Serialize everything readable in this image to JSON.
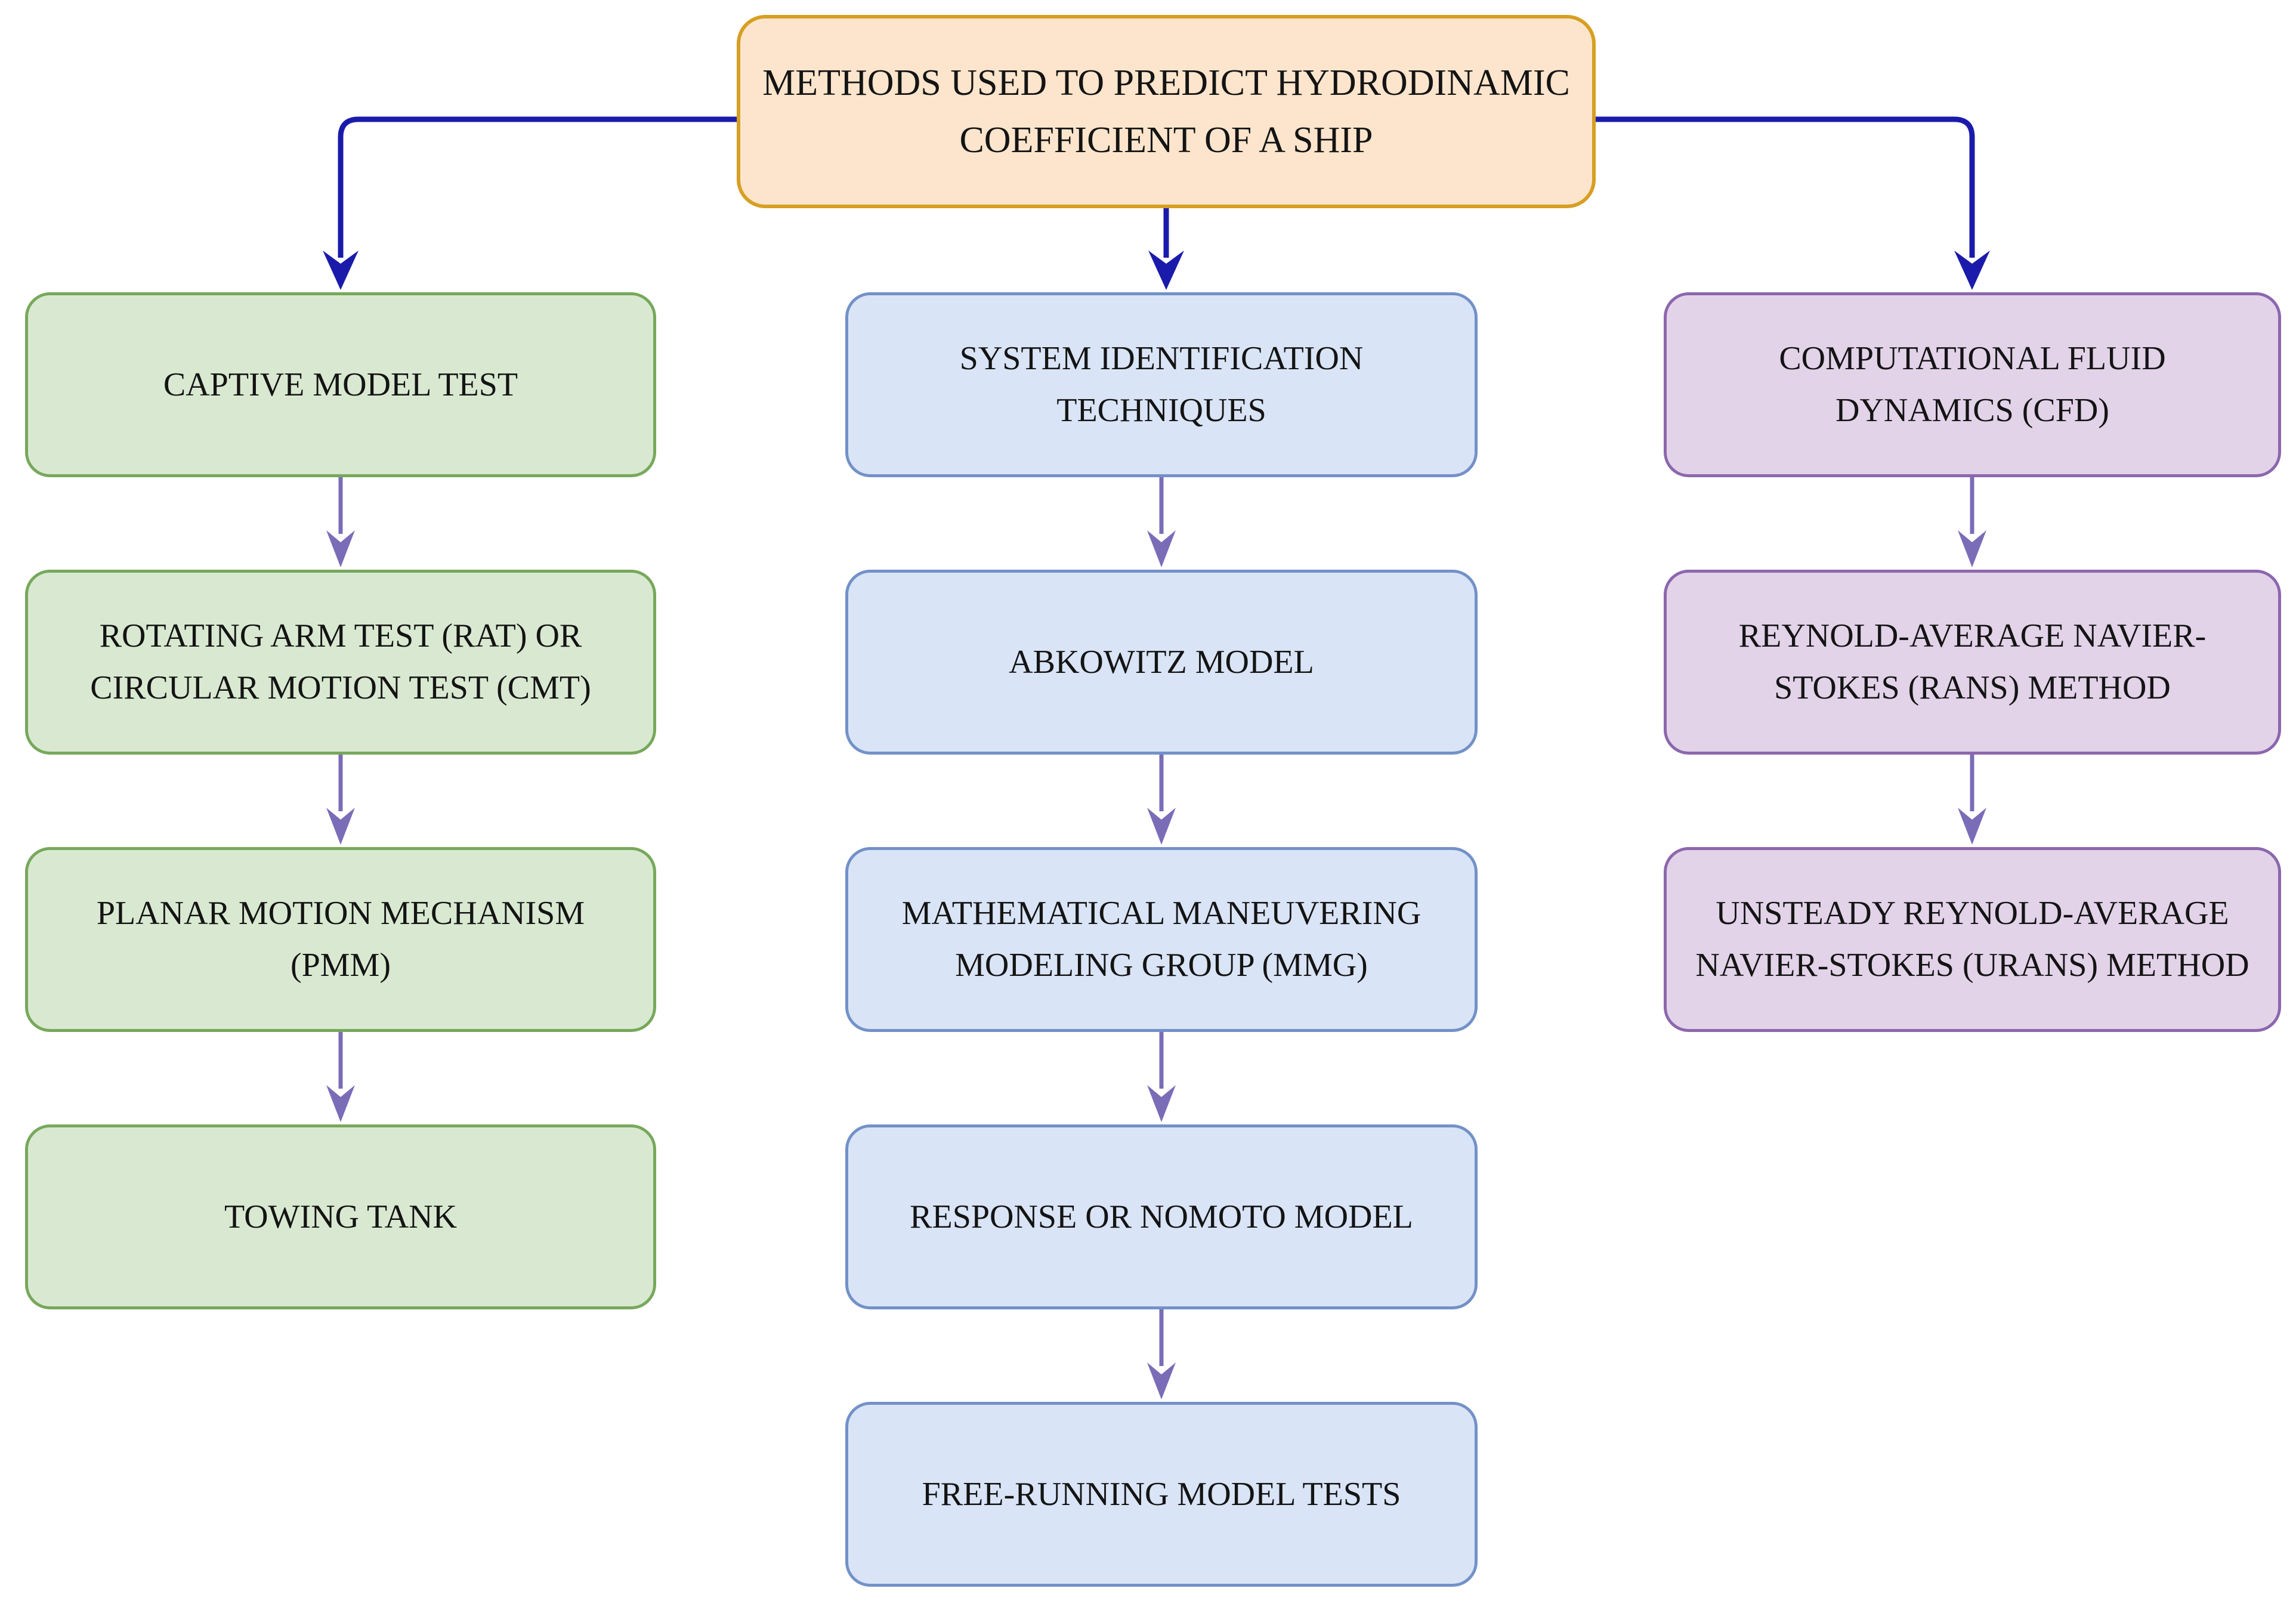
{
  "diagram_title": "METHODS USED TO PREDICT HYDRODINAMIC COEFFICIENT OF A SHIP",
  "colors": {
    "navy": "#1b1bab",
    "arrow": "#7b6cb8",
    "root-fill": "#fce5cc",
    "root-border": "#d79f23",
    "green-fill": "#d9e9d1",
    "green-border": "#77a85b",
    "blue-fill": "#d9e4f6",
    "blue-border": "#7391c8",
    "purple-fill": "#e2d3e9",
    "purple-border": "#8c67ad",
    "text": "#141414"
  },
  "root": {
    "label": "METHODS USED TO PREDICT HYDRODINAMIC\nCOEFFICIENT OF A SHIP"
  },
  "columns": [
    {
      "name": "captive-model-test",
      "theme": "green",
      "nodes": [
        {
          "label": "CAPTIVE MODEL TEST"
        },
        {
          "label": "ROTATING ARM TEST (RAT) OR\nCIRCULAR MOTION TEST (CMT)"
        },
        {
          "label": "PLANAR MOTION MECHANISM\n(PMM)"
        },
        {
          "label": "TOWING TANK"
        }
      ]
    },
    {
      "name": "system-identification-techniques",
      "theme": "blue",
      "nodes": [
        {
          "label": "SYSTEM IDENTIFICATION\nTECHNIQUES"
        },
        {
          "label": "ABKOWITZ MODEL"
        },
        {
          "label": "MATHEMATICAL MANEUVERING\nMODELING GROUP (MMG)"
        },
        {
          "label": "RESPONSE OR NOMOTO MODEL"
        },
        {
          "label": "FREE-RUNNING MODEL TESTS"
        }
      ]
    },
    {
      "name": "computational-fluid-dynamics",
      "theme": "purple",
      "nodes": [
        {
          "label": "COMPUTATIONAL FLUID\nDYNAMICS (CFD)"
        },
        {
          "label": "REYNOLD-AVERAGE NAVIER-\nSTOKES (RANS) METHOD"
        },
        {
          "label": "UNSTEADY REYNOLD-AVERAGE\nNAVIER-STOKES (URANS) METHOD"
        }
      ]
    }
  ]
}
